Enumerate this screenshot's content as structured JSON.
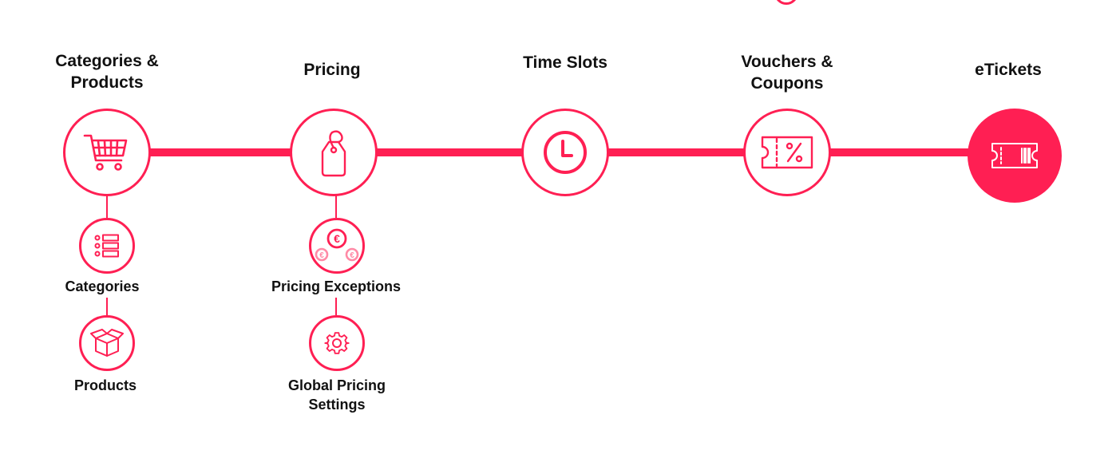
{
  "colors": {
    "accent": "#ff1f53",
    "background": "#ffffff",
    "text": "#111111"
  },
  "steps": [
    {
      "title": "Categories &\nProducts",
      "icon": "cart-icon"
    },
    {
      "title": "Pricing",
      "icon": "price-tag-icon"
    },
    {
      "title": "Time Slots",
      "icon": "clock-icon"
    },
    {
      "title": "Vouchers &\nCoupons",
      "icon": "voucher-percent-icon"
    },
    {
      "title": "eTickets",
      "icon": "eticket-icon"
    }
  ],
  "substeps": {
    "categories": {
      "label": "Categories",
      "icon": "category-list-icon"
    },
    "products": {
      "label": "Products",
      "icon": "product-box-icon"
    },
    "pricing_exceptions": {
      "label": "Pricing Exceptions",
      "icon": "euro-coins-icon"
    },
    "global_pricing_settings": {
      "label": "Global Pricing\nSettings",
      "icon": "gear-icon"
    }
  }
}
